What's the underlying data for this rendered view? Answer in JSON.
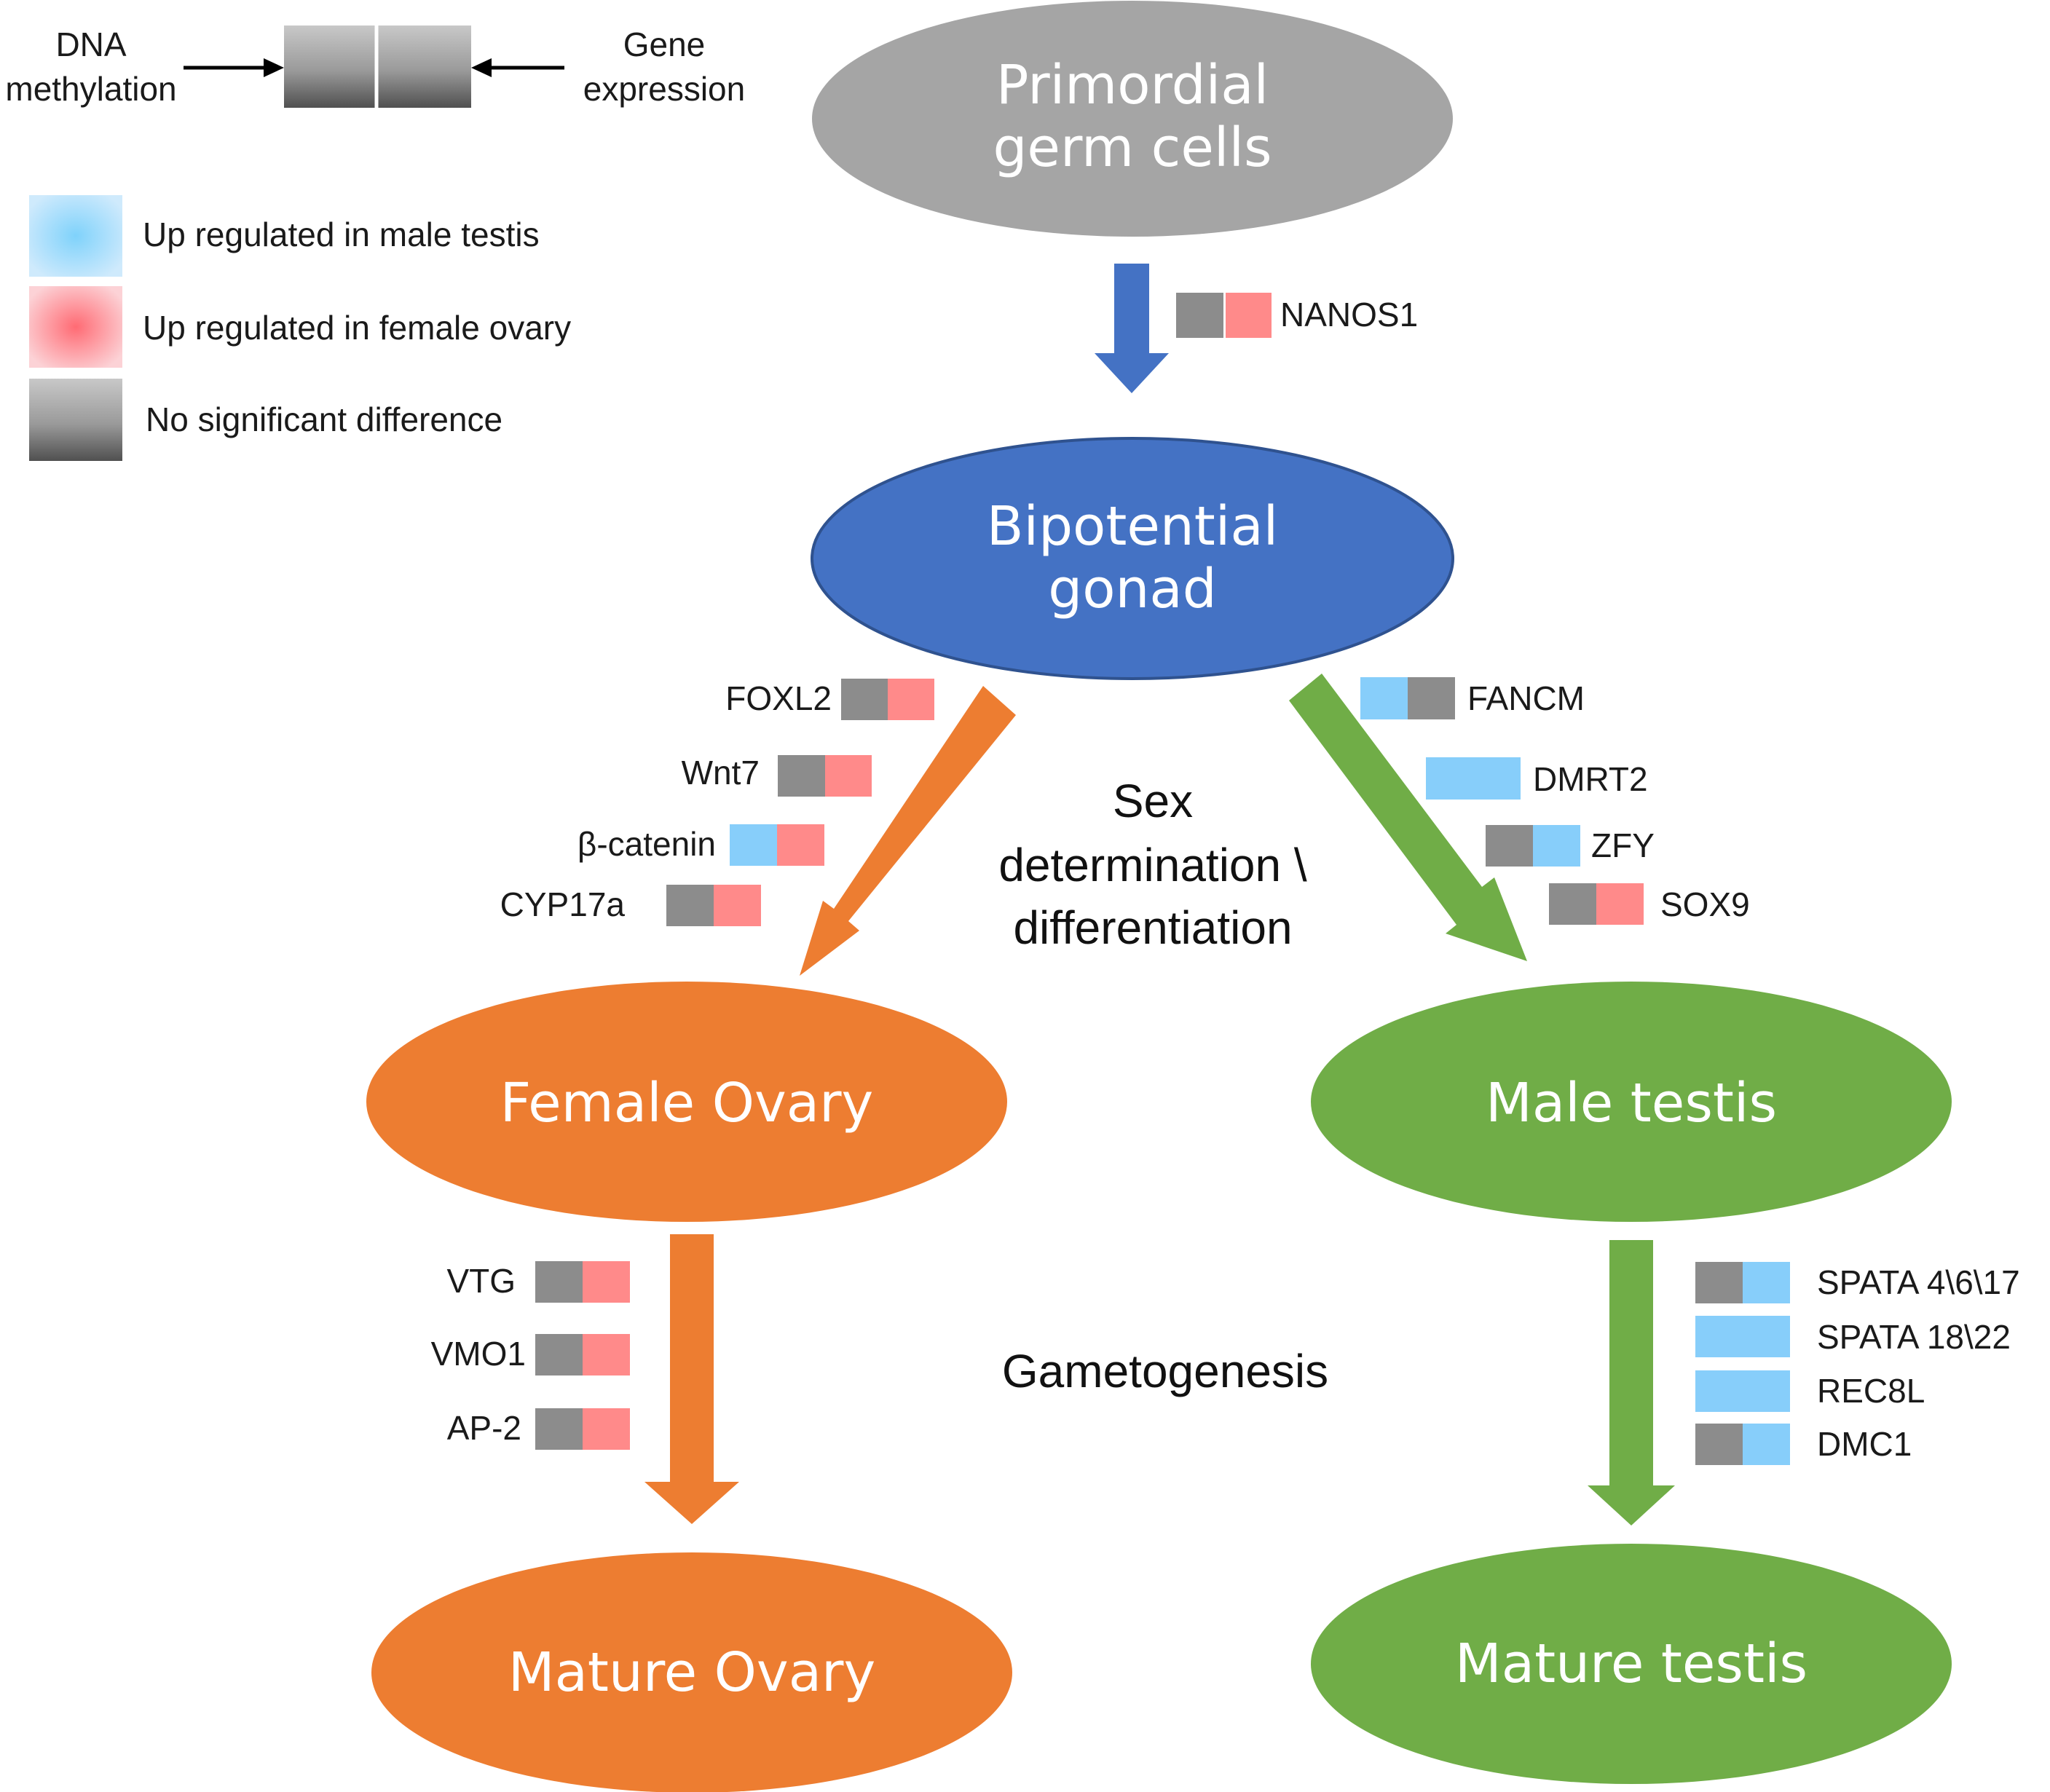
{
  "colors": {
    "gray_node": "#a5a5a5",
    "blue_node": "#4472c4",
    "orange": "#ed7d31",
    "green": "#70ad47",
    "box_blue": "#87cefa",
    "box_red": "#ff8a8a",
    "box_gray": "#8c8c8c"
  },
  "header_legend": {
    "left_label_line1": "DNA",
    "left_label_line2": "methylation",
    "right_label_line1": "Gene",
    "right_label_line2": "expression"
  },
  "color_legend": [
    {
      "color": "blue",
      "label": "Up regulated in male testis"
    },
    {
      "color": "red",
      "label": "Up regulated in female ovary"
    },
    {
      "color": "gray",
      "label": "No significant difference"
    }
  ],
  "nodes": {
    "primordial": {
      "line1": "Primordial",
      "line2": "germ cells"
    },
    "bipotential": {
      "line1": "Bipotential",
      "line2": "gonad"
    },
    "female_ovary": {
      "label": "Female Ovary"
    },
    "male_testis": {
      "label": "Male testis"
    },
    "mature_ovary": {
      "label": "Mature Ovary"
    },
    "mature_testis": {
      "label": "Mature testis"
    }
  },
  "stage_labels": {
    "sex_line1": "Sex",
    "sex_line2": "determination \\",
    "sex_line3": "differentiation",
    "gametogenesis": "Gametogenesis"
  },
  "genes": {
    "nanos": {
      "name": "NANOS1",
      "methylation": "gray",
      "expression": "red"
    },
    "female_differentiation": [
      {
        "name": "FOXL2",
        "methylation": "gray",
        "expression": "red"
      },
      {
        "name": "Wnt7",
        "methylation": "gray",
        "expression": "red"
      },
      {
        "name": "β-catenin",
        "methylation": "blue",
        "expression": "red"
      },
      {
        "name": "CYP17a",
        "methylation": "gray",
        "expression": "red"
      }
    ],
    "male_differentiation": [
      {
        "name": "FANCM",
        "methylation": "blue",
        "expression": "gray"
      },
      {
        "name": "DMRT2",
        "methylation": "blue",
        "expression": "blue"
      },
      {
        "name": "ZFY",
        "methylation": "gray",
        "expression": "blue"
      },
      {
        "name": "SOX9",
        "methylation": "gray",
        "expression": "red"
      }
    ],
    "female_gametogenesis": [
      {
        "name": "VTG",
        "methylation": "gray",
        "expression": "red"
      },
      {
        "name": "VMO1",
        "methylation": "gray",
        "expression": "red"
      },
      {
        "name": "AP-2",
        "methylation": "gray",
        "expression": "red"
      }
    ],
    "male_gametogenesis": [
      {
        "name": "SPATA 4\\6\\17",
        "methylation": "gray",
        "expression": "blue"
      },
      {
        "name": "SPATA 18\\22",
        "methylation": "blue",
        "expression": "blue"
      },
      {
        "name": "REC8L",
        "methylation": "blue",
        "expression": "blue"
      },
      {
        "name": "DMC1",
        "methylation": "gray",
        "expression": "blue"
      }
    ]
  }
}
